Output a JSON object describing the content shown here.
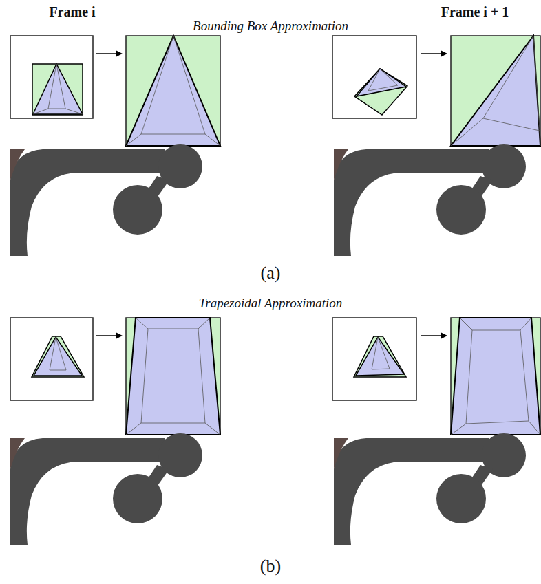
{
  "diagram": {
    "labels": [
      "Frame i",
      "Frame i + 1",
      "Bounding Box Approximation",
      "Trapezoidal Approximation",
      "(a)",
      "(b)"
    ]
  }
}
